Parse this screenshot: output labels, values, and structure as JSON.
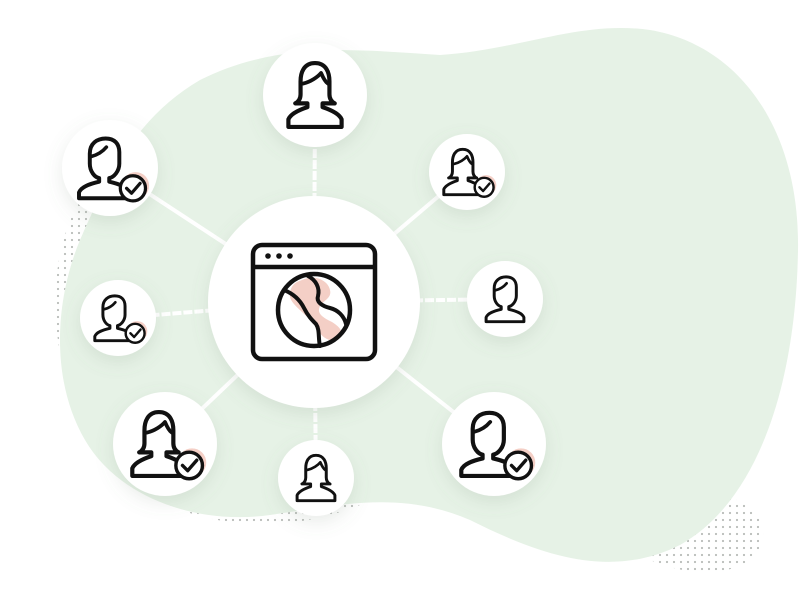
{
  "colors": {
    "background": "#ffffff",
    "blob": "#e6f2e6",
    "dots": "#b9bcb9",
    "node_fill": "#ffffff",
    "connector": "#ffffff",
    "icon_stroke": "#111111",
    "accent": "#f4cfc6"
  },
  "diagram": {
    "hub": {
      "icon": "browser-globe-icon"
    },
    "nodes": [
      {
        "id": "top",
        "icon": "female-user-icon",
        "verified": false,
        "connector": "dashed"
      },
      {
        "id": "upper-left",
        "icon": "male-user-icon",
        "verified": true,
        "connector": "solid"
      },
      {
        "id": "upper-right",
        "icon": "female-user-icon",
        "verified": true,
        "connector": "solid"
      },
      {
        "id": "left",
        "icon": "male-user-icon",
        "verified": true,
        "connector": "dashed"
      },
      {
        "id": "right",
        "icon": "male-user-icon",
        "verified": false,
        "connector": "dashed"
      },
      {
        "id": "lower-left",
        "icon": "female-user-icon",
        "verified": true,
        "connector": "solid"
      },
      {
        "id": "bottom",
        "icon": "female-user-icon",
        "verified": false,
        "connector": "dashed"
      },
      {
        "id": "lower-right",
        "icon": "male-user-icon",
        "verified": true,
        "connector": "solid"
      }
    ]
  }
}
